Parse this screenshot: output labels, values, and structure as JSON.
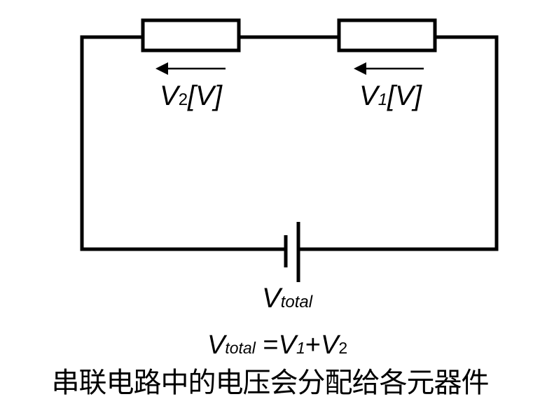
{
  "diagram": {
    "type": "series-circuit",
    "colors": {
      "line": "#000000",
      "background": "#ffffff"
    },
    "components": {
      "resistor_left": {
        "label_main": "V",
        "label_sub": "2",
        "label_unit": "[V]"
      },
      "resistor_right": {
        "label_main": "V",
        "label_sub": "1",
        "label_unit": "[V]"
      },
      "battery": {
        "label_main": "V",
        "label_sub": "total"
      }
    },
    "equation": {
      "lhs_main": "V",
      "lhs_sub": "total",
      "equals": " =",
      "t1_main": "V",
      "t1_sub": "1",
      "plus": "+",
      "t2_main": "V",
      "t2_sub": "2"
    },
    "caption": "串联电路中的电压会分配给各元器件"
  }
}
